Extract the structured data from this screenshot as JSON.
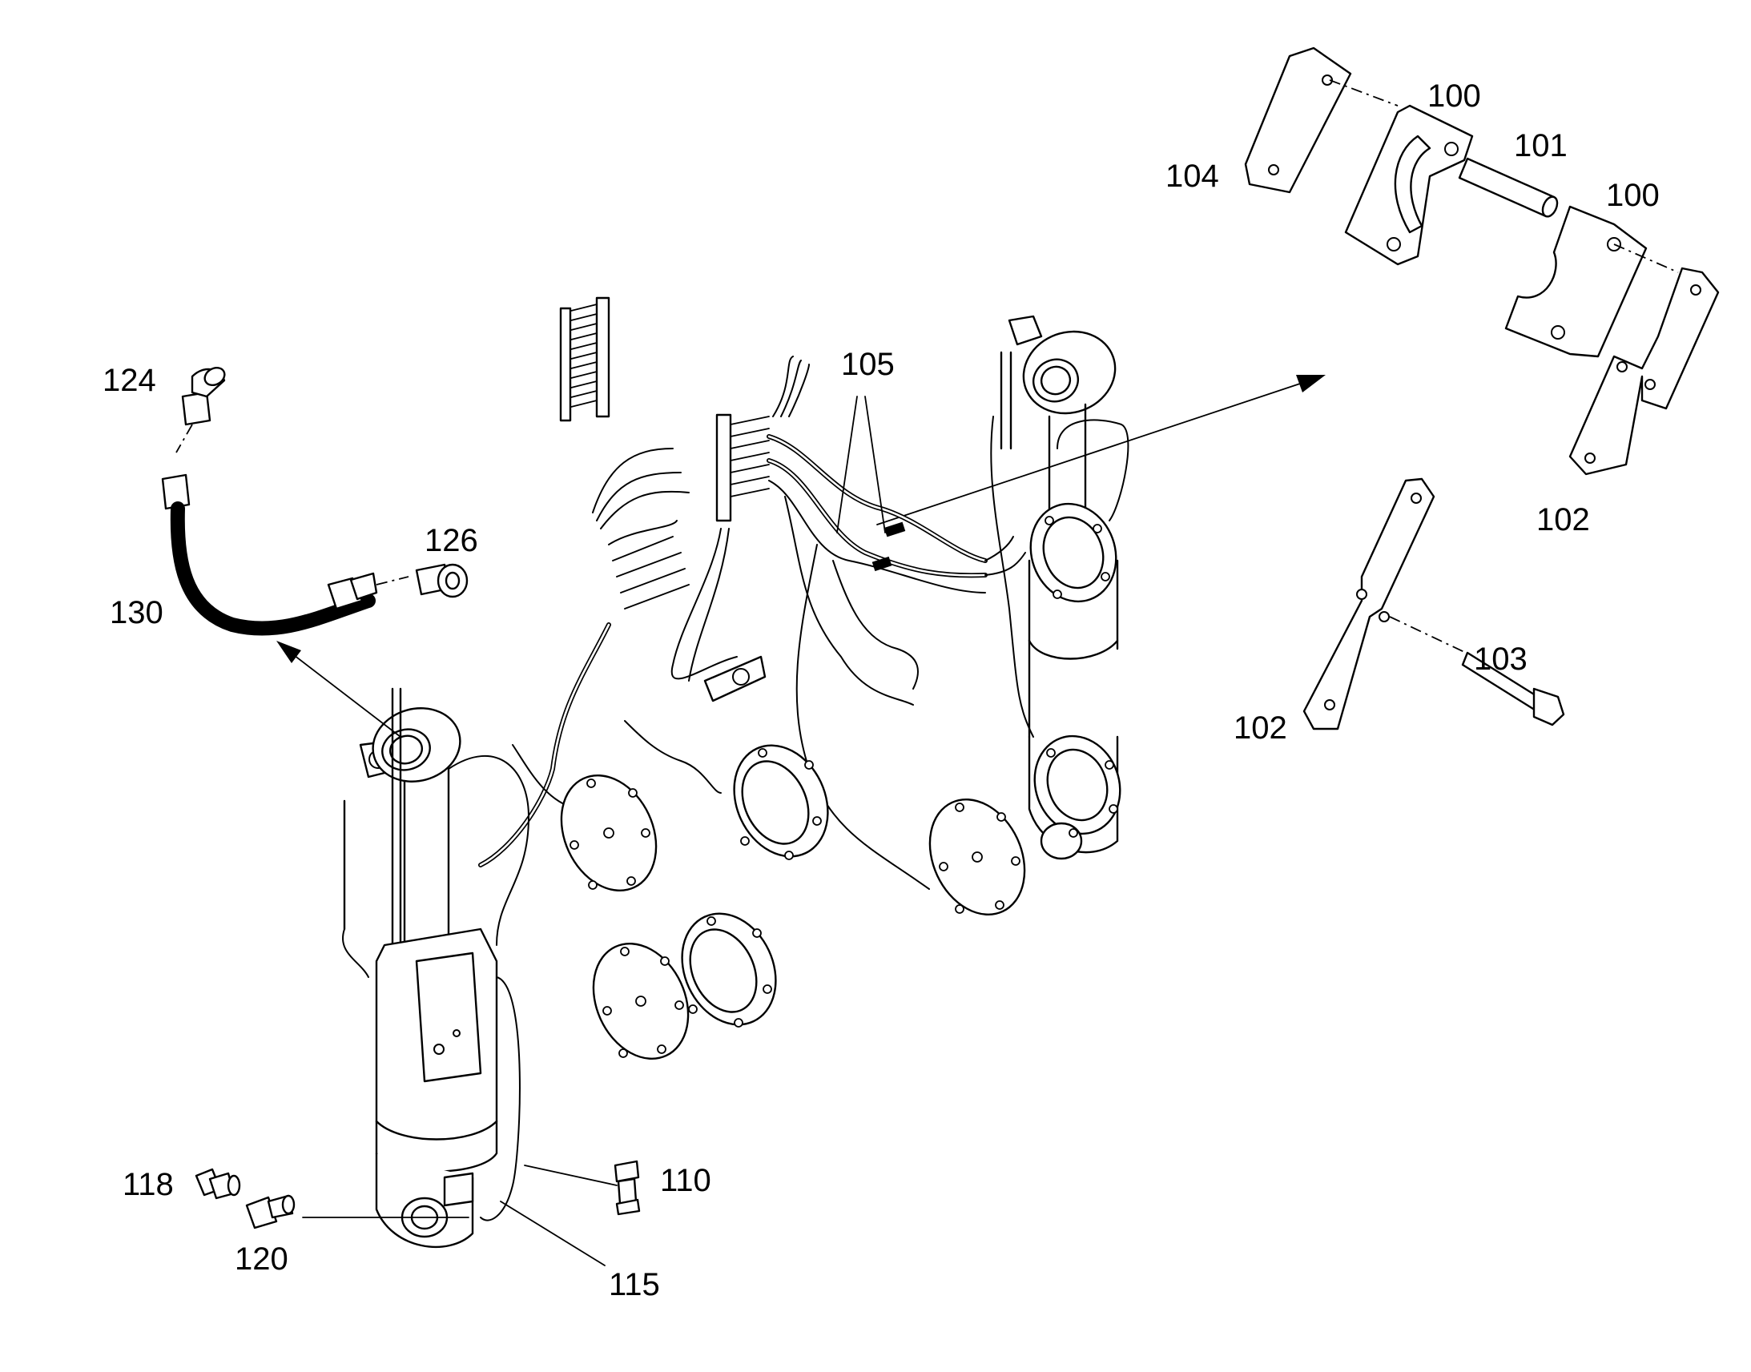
{
  "labels": {
    "l100a": "100",
    "l100b": "100",
    "l101": "101",
    "l102a": "102",
    "l102b": "102",
    "l103": "103",
    "l104": "104",
    "l105": "105",
    "l110": "110",
    "l115": "115",
    "l118": "118",
    "l120": "120",
    "l124": "124",
    "l126": "126",
    "l130": "130"
  }
}
